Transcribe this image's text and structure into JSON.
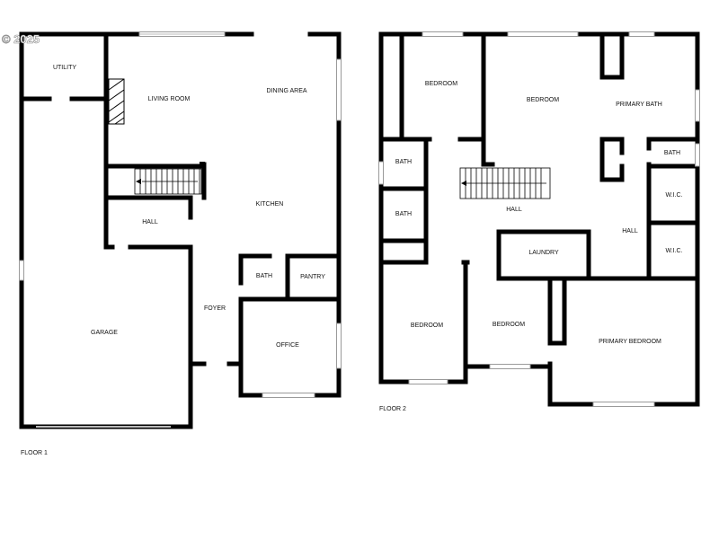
{
  "watermark": "© 2025",
  "floor1": {
    "label": "FLOOR 1",
    "rooms": {
      "utility": "UTILITY",
      "living_room": "LIVING ROOM",
      "dining_area": "DINING AREA",
      "kitchen": "KITCHEN",
      "hall": "HALL",
      "garage": "GARAGE",
      "bath": "BATH",
      "pantry": "PANTRY",
      "foyer": "FOYER",
      "office": "OFFICE"
    }
  },
  "floor2": {
    "label": "FLOOR 2",
    "rooms": {
      "bedroom_nw": "BEDROOM",
      "bedroom_n": "BEDROOM",
      "primary_bath": "PRIMARY BATH",
      "bath_a": "BATH",
      "bath_b": "BATH",
      "bath_c": "BATH",
      "hall_main": "HALL",
      "hall_east": "HALL",
      "wic_a": "W.I.C.",
      "wic_b": "W.I.C.",
      "laundry": "LAUNDRY",
      "bedroom_sw": "BEDROOM",
      "bedroom_s": "BEDROOM",
      "primary_bedroom": "PRIMARY BEDROOM"
    }
  }
}
